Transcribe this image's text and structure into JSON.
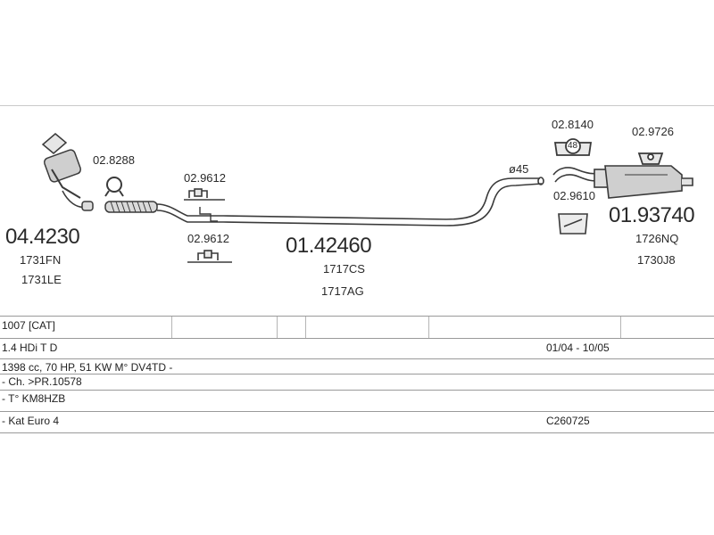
{
  "parts": {
    "catalyst": {
      "number": "04.4230",
      "refs": [
        "1731FN",
        "1731LE"
      ]
    },
    "clamp_1": {
      "number": "02.8288"
    },
    "hanger_1": {
      "number": "02.9612"
    },
    "hanger_2": {
      "number": "02.9612"
    },
    "middle_pipe": {
      "number": "01.42460",
      "refs": [
        "1717CS",
        "1717AG"
      ]
    },
    "diameter": {
      "label": "ø45"
    },
    "rubber_ring": {
      "number": "02.8140",
      "inner": "48"
    },
    "rubber_mount": {
      "number": "02.9726"
    },
    "hanger_3": {
      "number": "02.9610"
    },
    "rear_silencer": {
      "number": "01.93740",
      "refs": [
        "1726NQ",
        "1730J8"
      ]
    }
  },
  "info_table": {
    "rows": [
      {
        "left": "1007  [CAT]",
        "right": ""
      },
      {
        "left": "1.4 HDi T D",
        "right": "01/04 - 10/05"
      },
      {
        "left": "1398 cc, 70 HP, 51 KW M° DV4TD -",
        "right": ""
      },
      {
        "left": "- Ch. >PR.10578",
        "right": ""
      },
      {
        "left": "- T° KM8HZB",
        "right": ""
      },
      {
        "left": "- Kat Euro 4",
        "right": "C260725"
      }
    ]
  },
  "colors": {
    "line": "#3a3a3a",
    "rule": "#9a9a9a",
    "part": "#555555"
  }
}
